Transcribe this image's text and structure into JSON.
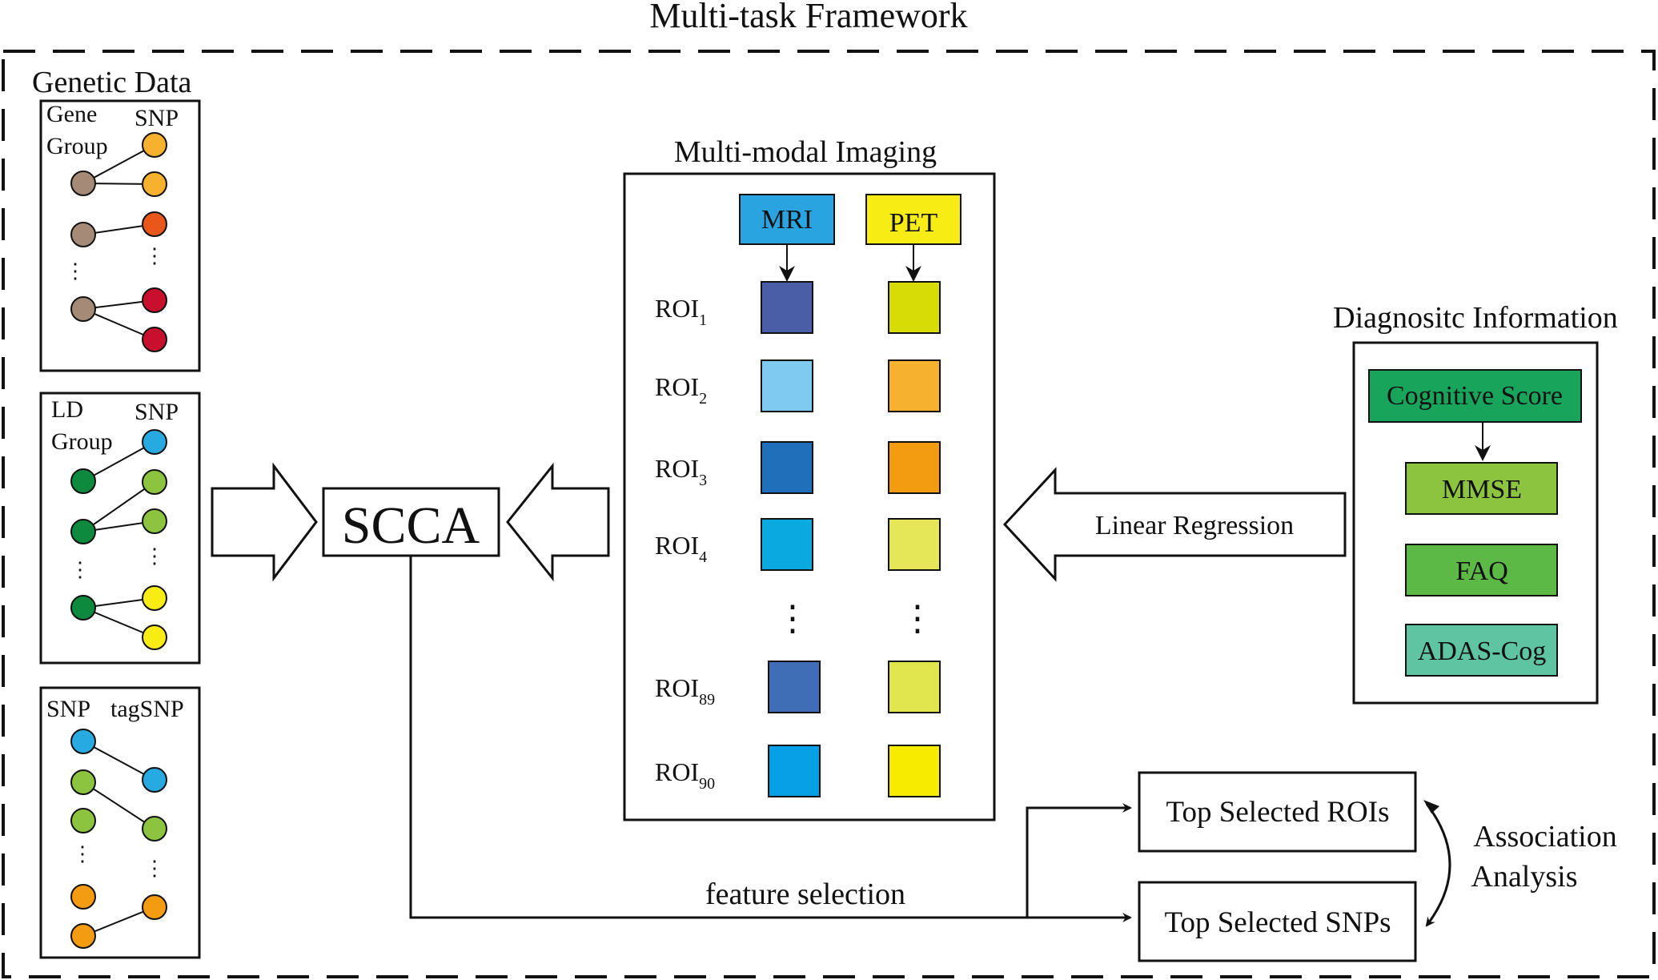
{
  "title": "Multi-task Framework",
  "genetic": {
    "title": "Genetic Data",
    "gene_box": {
      "left_label_line1": "Gene",
      "left_label_line2": "Group",
      "right_label": "SNP",
      "left_color": "#a58a78",
      "right_colors": [
        "#f6b22e",
        "#f6b22e",
        "#e9571b",
        "#c8102e",
        "#c8102e"
      ]
    },
    "ld_box": {
      "left_label_line1": "LD",
      "left_label_line2": "Group",
      "right_label": "SNP",
      "left_color": "#0e8a3e",
      "right_colors": [
        "#27a9e1",
        "#8cc43f",
        "#8cc43f",
        "#f7ec13",
        "#f7ec13"
      ]
    },
    "tag_box": {
      "left_label": "SNP",
      "right_label": "tagSNP",
      "left_colors": [
        "#27a9e1",
        "#8cc43f",
        "#8cc43f",
        "#f39c12",
        "#f39c12"
      ],
      "right_colors": [
        "#27a9e1",
        "#8cc43f",
        "#f39c12"
      ]
    },
    "ellipsis": "⋮"
  },
  "scca": {
    "label": "SCCA"
  },
  "imaging": {
    "title": "Multi-modal Imaging",
    "mri_label": "MRI",
    "pet_label": "PET",
    "mri_color": "#2aa4e0",
    "pet_color": "#f7ec13",
    "rois": [
      {
        "base": "ROI",
        "sub": "1",
        "mri": "#4a5ea8",
        "pet": "#d8dc06"
      },
      {
        "base": "ROI",
        "sub": "2",
        "mri": "#7fcaf0",
        "pet": "#f6b22e"
      },
      {
        "base": "ROI",
        "sub": "3",
        "mri": "#1f6fba",
        "pet": "#f39c12"
      },
      {
        "base": "ROI",
        "sub": "4",
        "mri": "#0aaae0",
        "pet": "#e6e659"
      },
      {
        "base": "ROI",
        "sub": "89",
        "mri": "#3f6db6",
        "pet": "#e2e64e"
      },
      {
        "base": "ROI",
        "sub": "90",
        "mri": "#07a0e6",
        "pet": "#f7ec00"
      }
    ],
    "ellipsis": "⋮"
  },
  "diagnostic": {
    "title": "Diagnositc Information",
    "cognitive": {
      "label": "Cognitive Score",
      "color": "#19a45c"
    },
    "measures": [
      {
        "label": "MMSE",
        "color": "#8cc43f"
      },
      {
        "label": "FAQ",
        "color": "#5cb946"
      },
      {
        "label": "ADAS-Cog",
        "color": "#5fc4a2"
      }
    ]
  },
  "linear_regression": {
    "label": "Linear Regression"
  },
  "feature_selection": {
    "label": "feature selection"
  },
  "outputs": {
    "rois": "Top Selected ROIs",
    "snps": "Top Selected SNPs"
  },
  "association": {
    "line1": "Association",
    "line2": "Analysis"
  }
}
